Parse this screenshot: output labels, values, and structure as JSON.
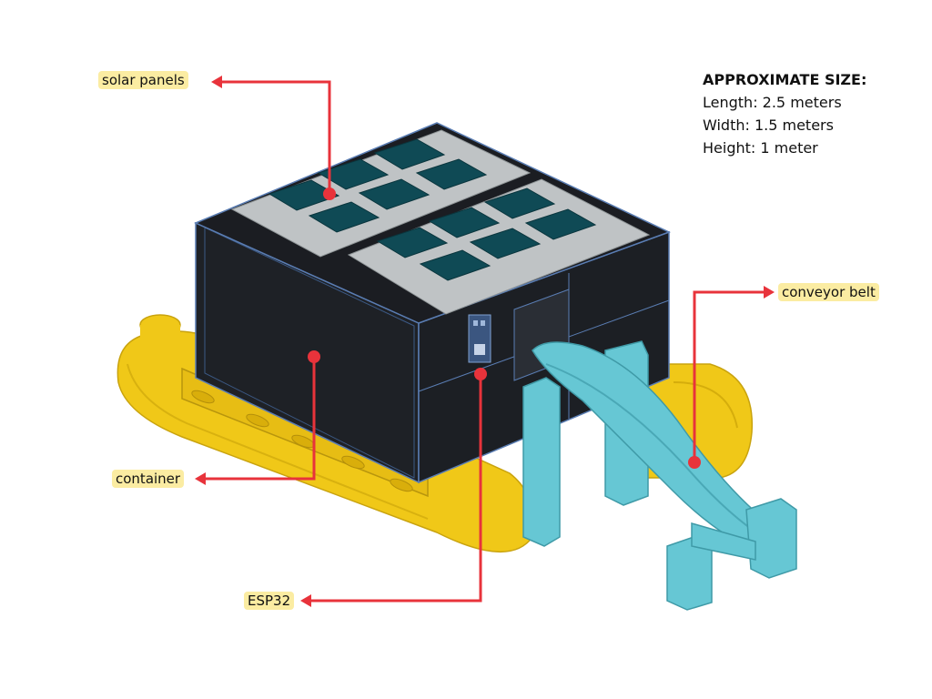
{
  "labels": {
    "solar_panels": "solar panels",
    "conveyor_belt": "conveyor belt",
    "container": "container",
    "esp32": "ESP32"
  },
  "size_info": {
    "title": "APPROXIMATE SIZE:",
    "length": "Length: 2.5 meters",
    "width": "Width: 1.5 meters",
    "height": "Height: 1 meter"
  },
  "colors": {
    "pointer": "#e8333b",
    "label_bg": "#fbeca2",
    "container_body": "#1e2126",
    "container_edge": "#5a7db3",
    "solar_frame": "#bfc3c5",
    "solar_cell": "#0f4a55",
    "pontoon": "#f0c818",
    "conveyor": "#66c7d4"
  },
  "icons": [
    "arrow-left-icon",
    "arrow-right-icon",
    "dot-marker-icon"
  ]
}
